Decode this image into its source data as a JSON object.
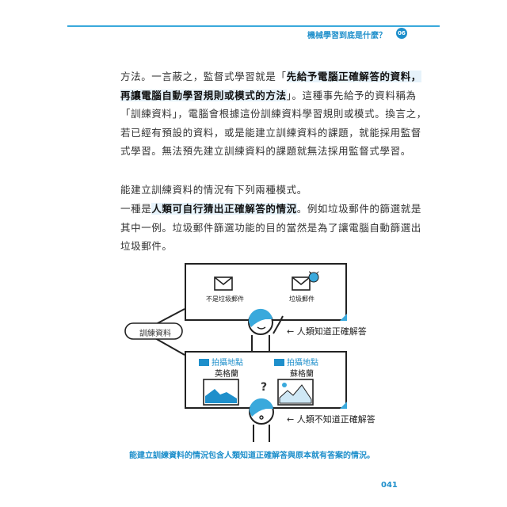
{
  "header": {
    "chapter_title": "機械學習到底是什麼？",
    "chapter_number": "06"
  },
  "body": {
    "p1": [
      {
        "pre": "方法。一言蔽之，監督式學習就是「",
        "hl": "先給予電腦正確解答的資料，",
        "post": ""
      },
      {
        "pre": "",
        "hl": "再讓電腦自動學習規則或模式的方法",
        "post": "」。這種事先給予的資料稱為"
      },
      {
        "pre": "「訓練資料」，電腦會根據這份訓練資料學習規則或模式。換言之，",
        "hl": "",
        "post": ""
      },
      {
        "pre": "若已經有預設的資料，或是能建立訓練資料的課題，就能採用監督",
        "hl": "",
        "post": ""
      },
      {
        "pre": "式學習。無法預先建立訓練資料的課題就無法採用監督式學習。",
        "hl": "",
        "post": ""
      }
    ],
    "p2": "能建立訓練資料的情況有下列兩種模式。",
    "p3": [
      {
        "pre": "一種是",
        "hl": "人類可自行猜出正確解答的情況",
        "post": "。例如垃圾郵件的篩選就是"
      },
      {
        "pre": "其中一例。垃圾郵件篩選功能的目的當然是為了讓電腦自動篩選出",
        "hl": "",
        "post": ""
      },
      {
        "pre": "垃圾郵件。",
        "hl": "",
        "post": ""
      }
    ]
  },
  "figure": {
    "bubble": "訓練資料",
    "top_box": {
      "left_label": "不是垃圾郵件",
      "right_label": "垃圾郵件"
    },
    "top_note": "← 人類知道正確解答",
    "bottom_box": {
      "location_label": "拍攝地點",
      "left_place": "英格蘭",
      "right_place": "蘇格蘭",
      "question": "?"
    },
    "bottom_note": "← 人類不知道正確解答",
    "caption": "能建立訓練資料的情況包含人類知道正確解答與原本就有答案的情況。"
  },
  "footer": {
    "page_number": "041"
  },
  "colors": {
    "accent": "#1e8fcb"
  }
}
